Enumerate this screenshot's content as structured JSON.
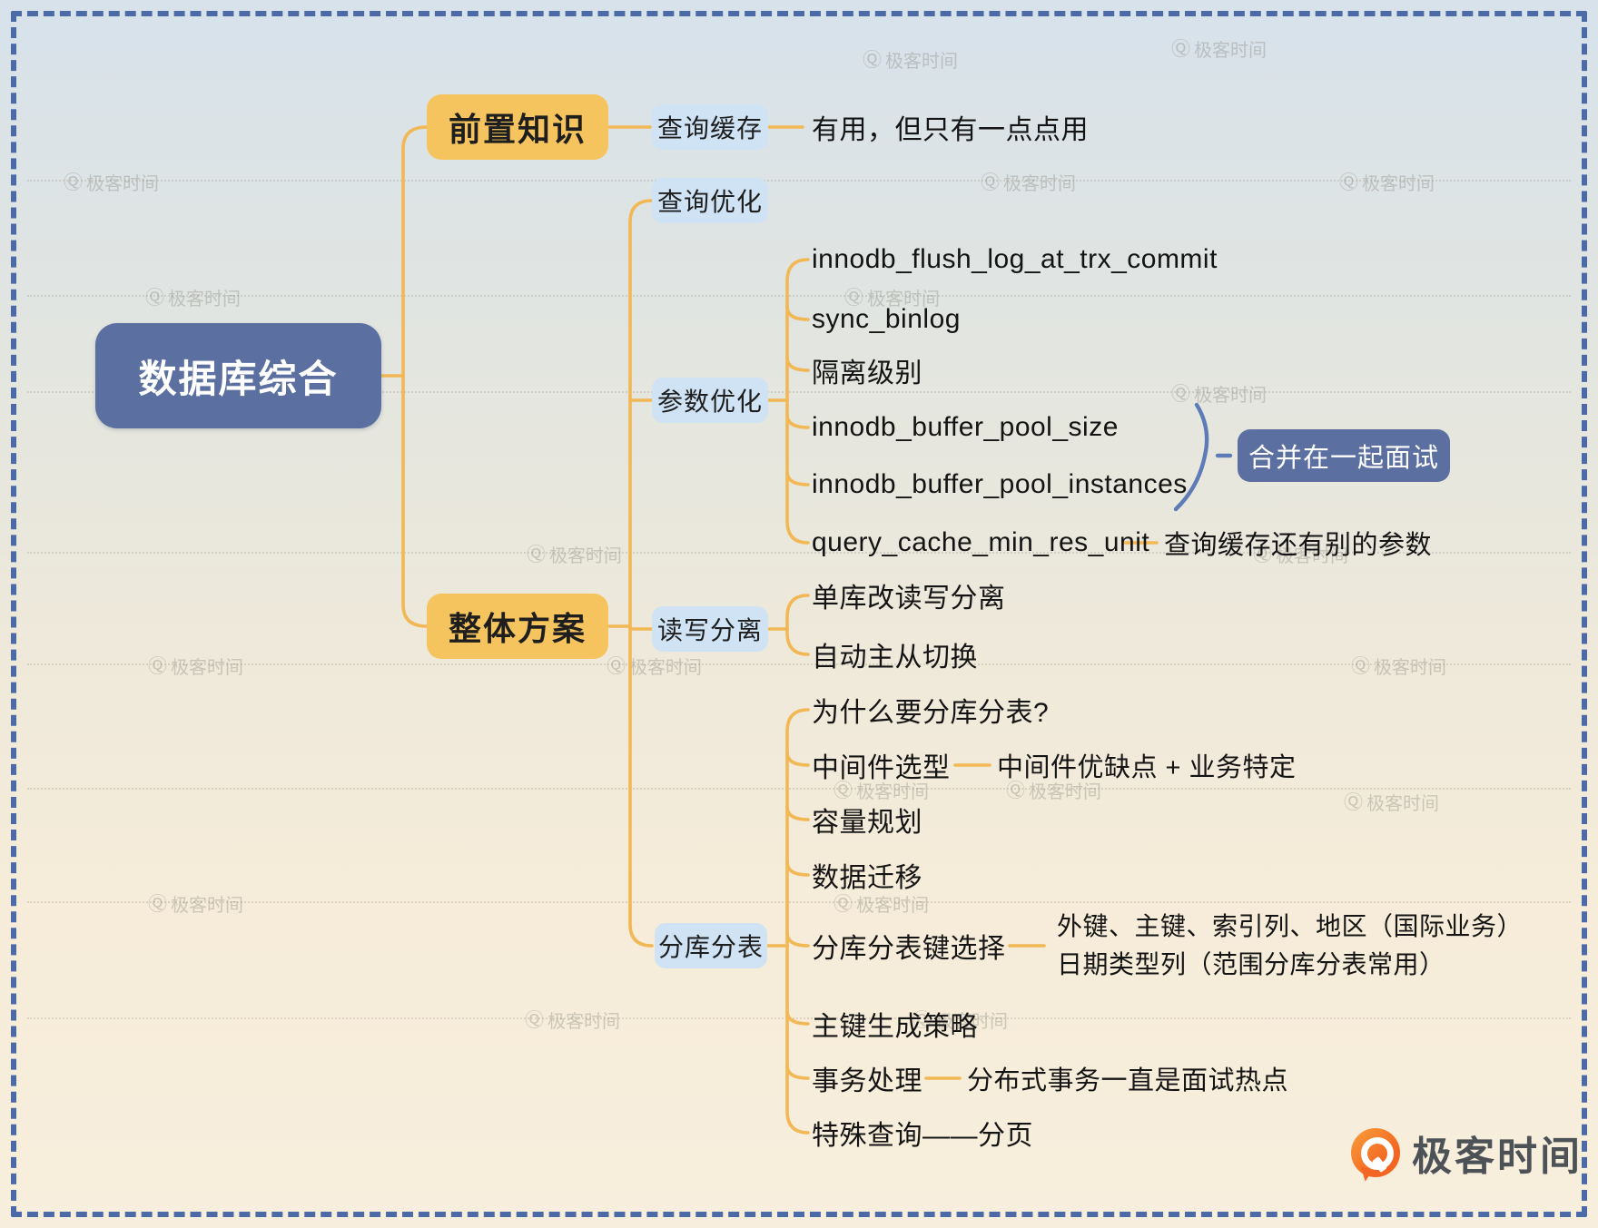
{
  "mindmap": {
    "root": "数据库综合",
    "prerequisite": {
      "label": "前置知识",
      "child": "查询缓存",
      "child_note": "有用，但只有一点点用"
    },
    "overall": {
      "label": "整体方案",
      "query_opt": "查询优化",
      "param_opt": {
        "label": "参数优化",
        "items": [
          "innodb_flush_log_at_trx_commit",
          "sync_binlog",
          "隔离级别",
          "innodb_buffer_pool_size",
          "innodb_buffer_pool_instances",
          "query_cache_min_res_unit"
        ],
        "brace_note": "合并在一起面试",
        "last_item_note": "查询缓存还有别的参数"
      },
      "rw_split": {
        "label": "读写分离",
        "items": [
          "单库改读写分离",
          "自动主从切换"
        ]
      },
      "sharding": {
        "label": "分库分表",
        "items": [
          "为什么要分库分表?",
          "中间件选型",
          "容量规划",
          "数据迁移",
          "分库分表键选择",
          "主键生成策略",
          "事务处理",
          "特殊查询——分页"
        ],
        "middleware_note": "中间件优缺点 + 业务特定",
        "key_note_line1": "外键、主键、索引列、地区（国际业务）",
        "key_note_line2": "日期类型列（范围分库分表常用）",
        "tx_note": "分布式事务一直是面试热点"
      }
    }
  },
  "watermark_label": "极客时间",
  "logo_label": "极客时间",
  "icons": {
    "geektime_q": "Ⓠ"
  },
  "colors": {
    "accent_line": "#f1b855",
    "node_yellow": "#f6c45e",
    "node_blue_light": "#cfe3f5",
    "node_blue_dark": "#5b6fa1",
    "brace_blue": "#5d7cb7",
    "border_dash": "#4c6aa5",
    "logo_orange": "#f26522",
    "bg_top": "#d7e2eb",
    "bg_bottom": "#f8eedd"
  }
}
